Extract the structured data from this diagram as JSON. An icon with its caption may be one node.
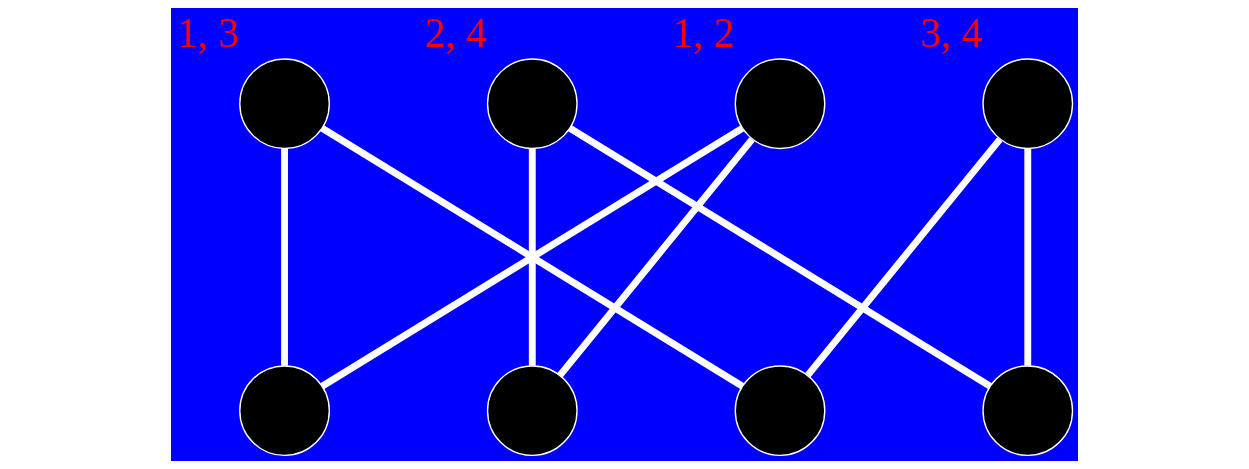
{
  "diagram": {
    "nodes": [
      {
        "text": [],
        "shape": "circle",
        "beside": [
          "1, 3"
        ]
      },
      {
        "text": [],
        "shape": "circle",
        "beside": [
          "2, 4"
        ]
      },
      {
        "text": [],
        "shape": "circle",
        "beside": [
          "1, 2"
        ]
      },
      {
        "text": [],
        "shape": "circle",
        "beside": [
          "3, 4"
        ]
      },
      {
        "text": [],
        "shape": "circle"
      },
      {
        "text": [],
        "shape": "circle"
      },
      {
        "text": [],
        "shape": "circle"
      },
      {
        "text": [],
        "shape": "circle"
      }
    ],
    "edges": [
      {
        "from": 0,
        "to": 4,
        "arrow": "none"
      },
      {
        "from": 0,
        "to": 6,
        "arrow": "none"
      },
      {
        "from": 1,
        "to": 5,
        "arrow": "none"
      },
      {
        "from": 1,
        "to": 7,
        "arrow": "none"
      },
      {
        "from": 2,
        "to": 4,
        "arrow": "none"
      },
      {
        "from": 2,
        "to": 5,
        "arrow": "none"
      },
      {
        "from": 3,
        "to": 6,
        "arrow": "none"
      },
      {
        "from": 3,
        "to": 7,
        "arrow": "none"
      }
    ]
  }
}
